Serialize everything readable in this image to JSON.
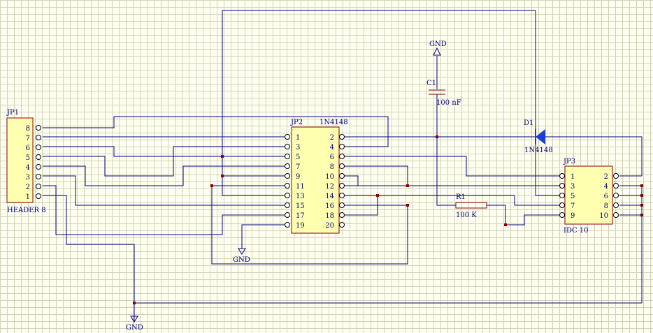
{
  "jp1": {
    "ref": "JP1",
    "value": "HEADER 8",
    "pins": [
      "8",
      "7",
      "6",
      "5",
      "4",
      "3",
      "2",
      "1"
    ]
  },
  "jp2": {
    "ref": "JP2",
    "value": "1N4148",
    "left_pins": [
      "1",
      "3",
      "5",
      "7",
      "9",
      "11",
      "13",
      "15",
      "17",
      "19"
    ],
    "right_pins": [
      "2",
      "4",
      "6",
      "8",
      "10",
      "12",
      "14",
      "16",
      "18",
      "20"
    ]
  },
  "jp3": {
    "ref": "JP3",
    "value": "IDC 10",
    "left_pins": [
      "1",
      "3",
      "5",
      "7",
      "9"
    ],
    "right_pins": [
      "2",
      "4",
      "6",
      "8",
      "10"
    ]
  },
  "c1": {
    "ref": "C1",
    "value": "100 nF"
  },
  "r1": {
    "ref": "R1",
    "value": "100 K"
  },
  "d1": {
    "ref": "D1",
    "value": "1N4148"
  },
  "gnd": {
    "label": "GND"
  },
  "colors": {
    "background": "#fffff0",
    "grid": "#d2d2bb",
    "wire": "#000080",
    "part_outline": "#8b0000",
    "part_fill": "#ffffb0",
    "diode": "#1f3fd0"
  }
}
